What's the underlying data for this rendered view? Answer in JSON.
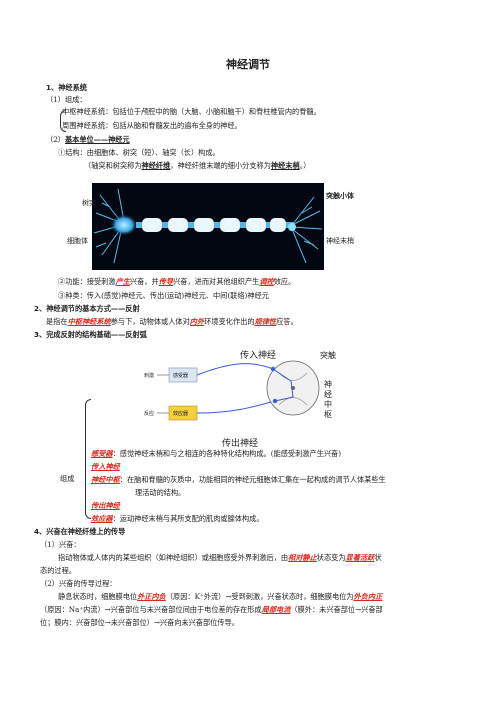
{
  "title": "神经调节",
  "s1": {
    "heading": "1、神经系统",
    "sub1": "（1）组成：",
    "cns": "中枢神经系统：包括位于颅腔中的脑（大脑、小脑和脑干）和脊柱椎管内的脊髓。",
    "pns": "周围神经系统：包括从脑和脊髓发出的遍布全身的神经。",
    "sub2_pre": "（2）",
    "sub2": "基本单位——神经元",
    "struct_pre": "①结构：由细胞体、树突（短）、轴突（长）构成。",
    "axon_pre": "（轴突和树突称为",
    "axon_kw": "神经纤维",
    "axon_mid": "，神经纤维末端的细小分支称为",
    "axon_kw2": "神经末梢",
    "axon_post": "。）",
    "fig_labels": {
      "dendrite": "树突",
      "soma": "细胞体",
      "synapse": "突触小体",
      "ending": "神经末梢"
    },
    "func_pre": "②功能：接受刺激",
    "func_k1": "产生",
    "func_mid1": "兴奋，并",
    "func_k2": "传导",
    "func_mid2": "兴奋，进而对其他组织产生",
    "func_k3": "调控",
    "func_post": "效应。",
    "types": "③种类：传入(感觉)神经元、传出(运动)神经元、中间(联络)神经元"
  },
  "s2": {
    "heading": "2、神经调节的基本方式——反射",
    "line_pre": "是指在",
    "k1": "中枢神经系统",
    "mid": "参与下，动物体或人体对",
    "k2": "内外",
    "mid2": "环境变化作出的",
    "k3": "规律性",
    "post": "应答。"
  },
  "s3": {
    "heading": "3、完成反射的结构基础——反射弧",
    "fig_labels": {
      "afferent": "传入神经",
      "synapse": "突触",
      "center": "神经中枢",
      "efferent": "传出神经",
      "stim": "刺激",
      "receptor": "感受器",
      "response": "反应",
      "effector": "效应器"
    },
    "compose": "组成",
    "receptor_k": "感受器",
    "receptor_t": "：感觉神经末梢和与之相连的各种特化结构构成。(能感受刺激产生兴奋)",
    "afferent_k": "传入神经",
    "center_k": "神经中枢",
    "center_t": "：在脑和脊髓的灰质中，功能相同的神经元细胞体汇集在一起构成的调节人体某些生",
    "center_t2": "理活动的结构。",
    "efferent_k": "传出神经",
    "effector_k": "效应器",
    "effector_t": "：运动神经末梢与其所支配的肌肉或腺体构成。"
  },
  "s4": {
    "heading": "4、兴奋在神经纤维上的传导",
    "sub1": "（1）兴奋：",
    "p1_pre": "指动物体或人体内的某些组织（如神经组织）或细胞感受外界刺激后，由",
    "p1_k1": "相对静止",
    "p1_mid": "状态变为",
    "p1_k2": "显著活跃",
    "p1_post": "状",
    "p1_line2": "态的过程。",
    "sub2": "（2）兴奋的传导过程：",
    "p2_a": "静息状态时，细胞膜电位",
    "p2_k1": "外正内负",
    "p2_b": "（原因：K⁺外流）→受到刺激，兴奋状态时，细胞膜电位为",
    "p2_k2": "外负内正",
    "p2_c": "（原因：Na⁺内流）→兴奋部位与未兴奋部位间由于电位差的存在形成",
    "p2_k3": "局部电流",
    "p2_d": "（膜外：未兴奋部位→兴奋部",
    "p2_e": "位；膜内：兴奋部位→未兴奋部位）→兴奋向未兴奋部位传导。"
  },
  "colors": {
    "keyword": "#e0261b",
    "neuron_bg": "#030712",
    "neuron_glow": "#5ad1ff"
  }
}
